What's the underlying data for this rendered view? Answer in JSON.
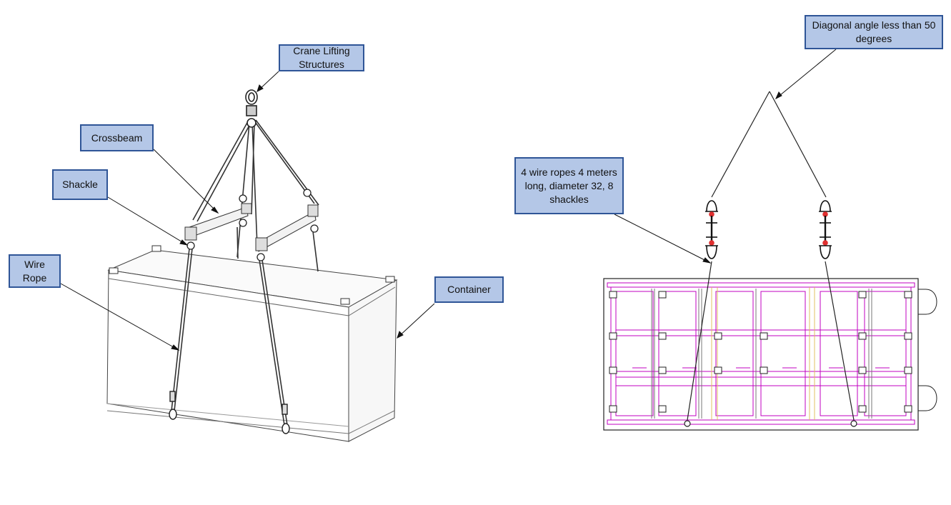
{
  "labels": {
    "crane_lifting": "Crane Lifting Structures",
    "crossbeam": "Crossbeam",
    "shackle": "Shackle",
    "wire_rope": "Wire Rope",
    "container": "Container",
    "diagonal_angle": "Diagonal angle less than 50 degrees",
    "wire_ropes_spec": "4 wire ropes 4 meters long, diameter 32, 8 shackles"
  },
  "colors": {
    "callout_fill": "#b4c7e7",
    "callout_border": "#2f5597",
    "line": "#222222",
    "container_frame": "#c000c0",
    "shackle_accent": "#e03030",
    "post_accent": "#e0c060"
  },
  "icons": {
    "crane_hook": "hook-ring-icon",
    "shackle": "shackle-icon"
  }
}
